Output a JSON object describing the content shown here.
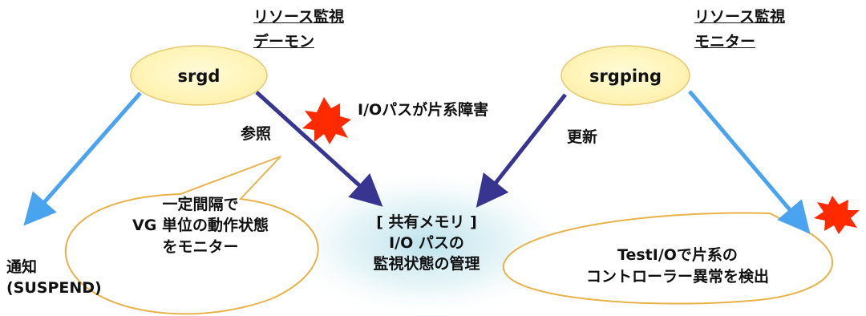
{
  "colors": {
    "node_fill": "#fff5b8",
    "node_stroke": "#e8c873",
    "blue_arrow": "#4aa3ef",
    "navy_arrow": "#37358f",
    "burst": "#ff2a00",
    "glow": "#b9e0ea"
  },
  "top_left": {
    "line1": "リソース監視",
    "line2": "デーモン"
  },
  "top_right": {
    "line1": "リソース監視",
    "line2": "モニター"
  },
  "nodes": {
    "daemon": "srgd",
    "monitor": "srgping"
  },
  "labels": {
    "fault": "I/Oパスが片系障害",
    "reference": "参照",
    "update": "更新",
    "notify_line1": "通知",
    "notify_line2": "(SUSPEND)"
  },
  "shared_memory": {
    "line1": "[ 共有メモリ ]",
    "line2": "I/O パスの",
    "line3": "監視状態の管理"
  },
  "callout_left": {
    "line1": "一定間隔で",
    "line2": "VG 単位の動作状態",
    "line3": "をモニター"
  },
  "callout_right": {
    "line1": "TestI/Oで片系の",
    "line2": "コントローラー異常を検出"
  },
  "icons": [
    "burst-icon"
  ]
}
